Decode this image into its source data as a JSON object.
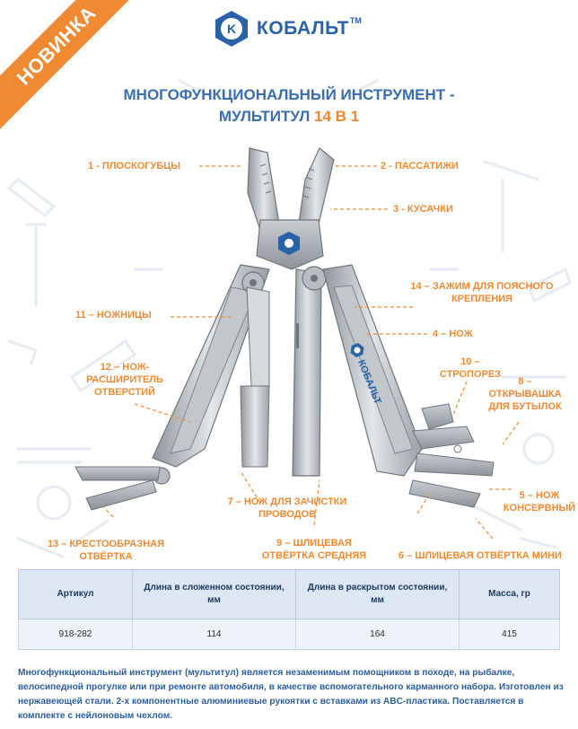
{
  "badge": {
    "text": "НОВИНКА"
  },
  "brand": {
    "name": "КОБАЛЬТ",
    "tm": "ТМ",
    "logo_letter": "K",
    "color": "#2a62a8"
  },
  "title": {
    "line1": "МНОГОФУНКЦИОНАЛЬНЫЙ ИНСТРУМЕНТ -",
    "line2_main": "МУЛЬТИТУЛ ",
    "line2_accent": "14 В 1"
  },
  "tool_engraving": "КОБАЛЬТ",
  "callouts": {
    "c1": "1 - ПЛОСКОГУБЦЫ",
    "c2": "2 - ПАССАТИЖИ",
    "c3": "3 - КУСАЧКИ",
    "c4": "4 – НОЖ",
    "c5a": "5 – НОЖ",
    "c5b": "КОНСЕРВНЫЙ",
    "c6": "6 – ШЛИЦЕВАЯ ОТВЁРТКА МИНИ",
    "c7a": "7 – НОЖ ДЛЯ ЗАЧИСТКИ",
    "c7b": "ПРОВОДОВ",
    "c8a": "8 –",
    "c8b": "ОТКРЫВАШКА",
    "c8c": "ДЛЯ БУТЫЛОК",
    "c9a": "9 – ШЛИЦЕВАЯ",
    "c9b": "ОТВЁРТКА СРЕДНЯЯ",
    "c10a": "10 –",
    "c10b": "СТРОПОРЕЗ",
    "c11": "11 – НОЖНИЦЫ",
    "c12a": "12 – НОЖ-",
    "c12b": "РАСШИРИТЕЛЬ",
    "c12c": "ОТВЕРСТИЙ",
    "c13a": "13 – КРЕСТООБРАЗНАЯ",
    "c13b": "ОТВЁРТКА",
    "c14a": "14 – ЗАЖИМ ДЛЯ ПОЯСНОГО",
    "c14b": "КРЕПЛЕНИЯ"
  },
  "table": {
    "headers": [
      "Артикул",
      "Длина в сложенном состоянии, мм",
      "Длина в раскрытом состоянии, мм",
      "Масса, гр"
    ],
    "row": [
      "918-282",
      "114",
      "164",
      "415"
    ]
  },
  "description": "Многофункциональный инструмент (мультитул) является незаменимым помощником в походе, на рыбалке, велосипедной прогулке или при ремонте автомобиля, в качестве вспомогательного карманного набора. Изготовлен из нержавеющей стали. 2-х компонентные алюминиевые рукоятки с вставками из ABC-пластика. Поставляется в комплекте с нейлоновым чехлом.",
  "colors": {
    "accent": "#ef8a33",
    "primary": "#3a6eb0",
    "table_header_bg": "#dde7f3"
  }
}
